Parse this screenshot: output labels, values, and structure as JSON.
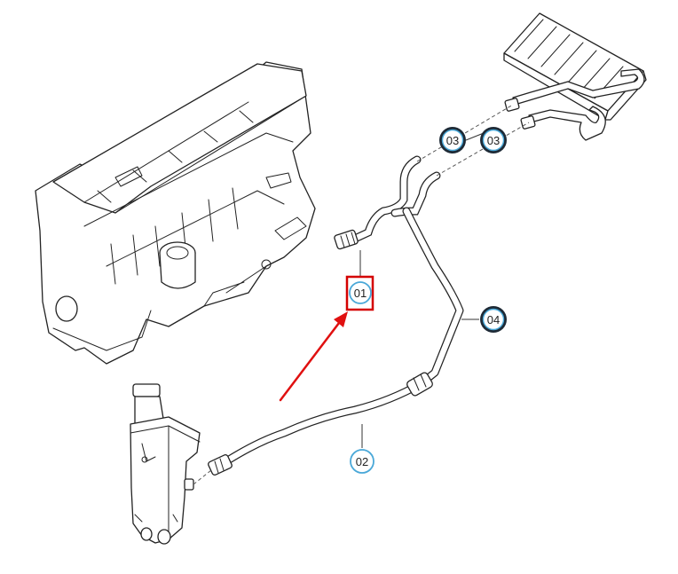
{
  "callouts": {
    "c01": {
      "label": "01",
      "style": "highlighted"
    },
    "c02": {
      "label": "02",
      "style": "light"
    },
    "c03a": {
      "label": "03",
      "style": "bold"
    },
    "c03b": {
      "label": "03",
      "style": "bold"
    },
    "c04": {
      "label": "04",
      "style": "bold"
    }
  },
  "colors": {
    "highlight_box": "#d40000",
    "arrow": "#e01010",
    "light_circle": "#4aa8d8",
    "bold_circle": "#1e2a36",
    "line": "#222222"
  },
  "icons": {
    "engine": "engine-block-icon",
    "heater": "heater-core-icon",
    "tank": "expansion-tank-icon"
  }
}
